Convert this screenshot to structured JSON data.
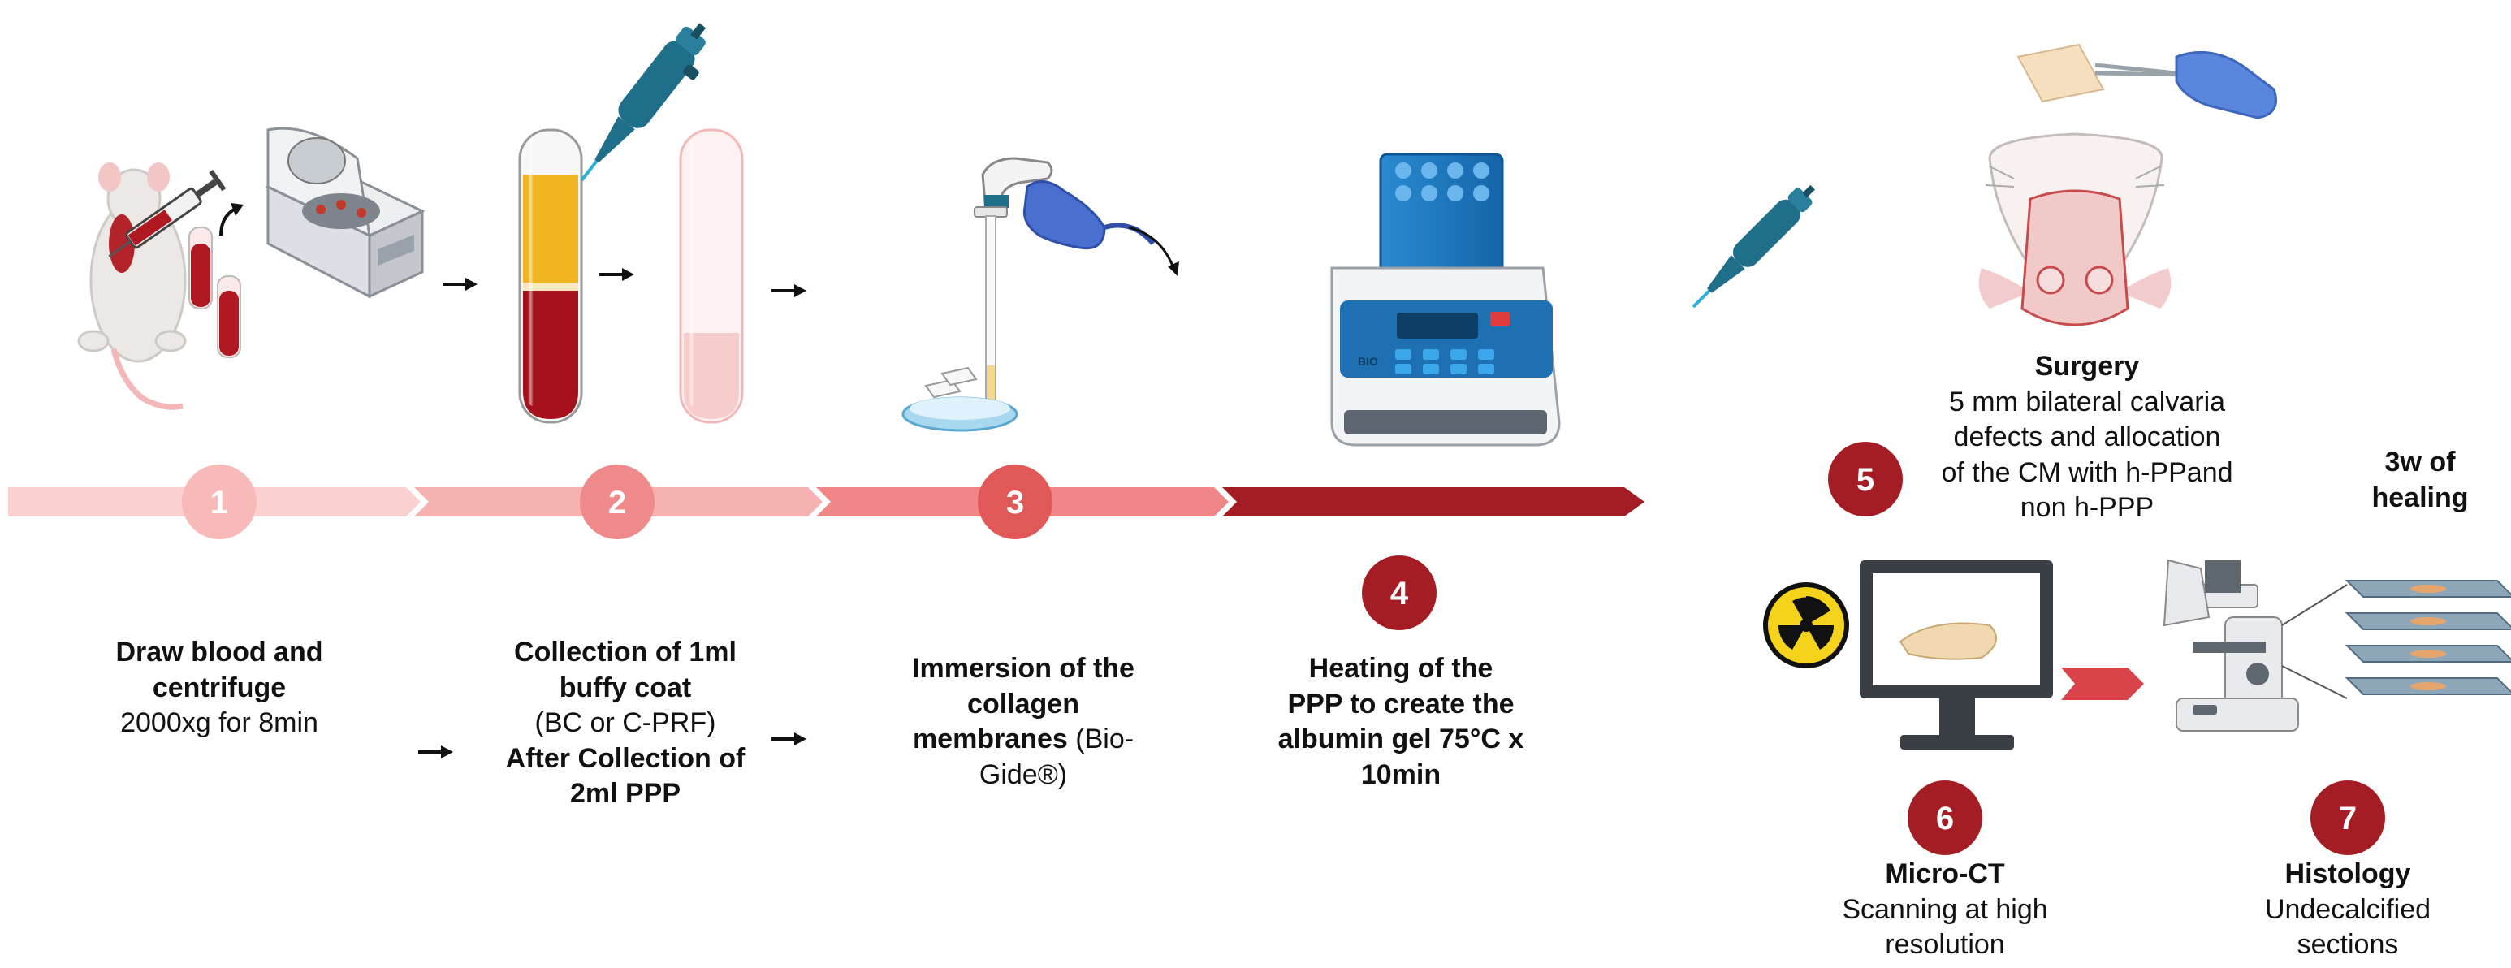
{
  "colors": {
    "band_1": "#f9c8c8",
    "band_2": "#f4a6a6",
    "band_3": "#ee7f7f",
    "band_4": "#a51d24",
    "circle_1": "#f8b6b6",
    "circle_2": "#ef8a8a",
    "circle_3": "#e35b5b",
    "circle_dark": "#a51d24",
    "blood": "#a6121c",
    "plasma": "#f0b521",
    "blue": "#1f7bb8",
    "pipette": "#1f6f8b"
  },
  "steps": [
    {
      "number": "1",
      "lines": [
        {
          "text": "Draw blood and",
          "bold": true
        },
        {
          "text": "centrifuge",
          "bold": true
        },
        {
          "text": "2000xg for 8min",
          "bold": false
        }
      ]
    },
    {
      "number": "2",
      "lines": [
        {
          "text": "Collection of 1ml",
          "bold": true
        },
        {
          "text": "buffy coat",
          "bold": true
        },
        {
          "text": "(BC or C-PRF)",
          "bold": false
        },
        {
          "text": "After Collection of",
          "bold": true
        },
        {
          "text": "2ml PPP",
          "bold": true
        }
      ]
    },
    {
      "number": "3",
      "lines": [
        {
          "text": "Immersion of the",
          "bold": true
        },
        {
          "text": "collagen",
          "bold": true
        },
        {
          "text": "membranes",
          "bold": true,
          "suffix": " (Bio-"
        },
        {
          "text": "Gide®)",
          "bold": false
        }
      ]
    },
    {
      "number": "4",
      "lines": [
        {
          "text": "Heating of the",
          "bold": true
        },
        {
          "text": "PPP to create the",
          "bold": true
        },
        {
          "text": "albumin gel 75°C x",
          "bold": true
        },
        {
          "text": "10min",
          "bold": true
        }
      ]
    },
    {
      "number": "5",
      "lines": [
        {
          "text": "Surgery",
          "bold": true
        },
        {
          "text": "5 mm bilateral calvaria",
          "bold": false
        },
        {
          "text": "defects and  allocation",
          "bold": false
        },
        {
          "text": "of the CM with h-PPand",
          "bold": false
        },
        {
          "text": "non h-PPP",
          "bold": false
        }
      ]
    },
    {
      "number": "6",
      "lines": [
        {
          "text": "Micro-CT",
          "bold": true
        },
        {
          "text": "Scanning at high",
          "bold": false
        },
        {
          "text": "resolution",
          "bold": false
        }
      ]
    },
    {
      "number": "7",
      "lines": [
        {
          "text": "Histology",
          "bold": true
        },
        {
          "text": "Undecalcified",
          "bold": false
        },
        {
          "text": "sections",
          "bold": false
        }
      ]
    }
  ],
  "healing": {
    "line1": "3w of",
    "line2": "healing"
  },
  "device": {
    "brand": "BIO"
  },
  "icons": [
    "rat-icon",
    "syringe-icon",
    "centrifuge-icon",
    "test-tube-icon",
    "pipette-icon",
    "pipette-controller-icon",
    "heating-block-icon",
    "skull-icon",
    "microscope-icon",
    "radiation-icon",
    "monitor-icon",
    "glove-icon",
    "forceps-icon"
  ]
}
